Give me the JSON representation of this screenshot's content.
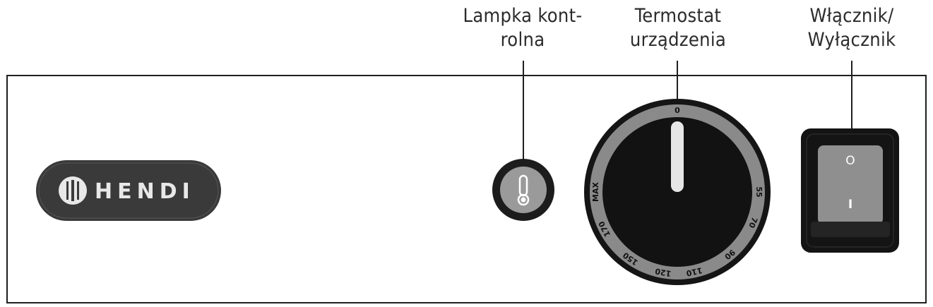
{
  "labels": {
    "indicator_lamp": {
      "line1": "Lampka kont-",
      "line2": "rolna"
    },
    "thermostat": {
      "line1": "Termostat",
      "line2": "urządzenia"
    },
    "power_switch": {
      "line1": "Włącznik/",
      "line2": "Wyłącznik"
    }
  },
  "logo": {
    "brand": "HENDI"
  },
  "thermostat_dial": {
    "scale": [
      "0",
      "55",
      "70",
      "90",
      "110",
      "120",
      "150",
      "170",
      "MAX"
    ]
  },
  "switch": {
    "off_symbol": "O",
    "on_symbol": "I"
  },
  "colors": {
    "outline": "#1f1f1f",
    "logo_bg": "#3a3a3a",
    "knob": "#121212",
    "dial_ring": "#8a8a8a",
    "pointer": "#e6e6e6",
    "switch_rocker": "#8f8f8f"
  }
}
